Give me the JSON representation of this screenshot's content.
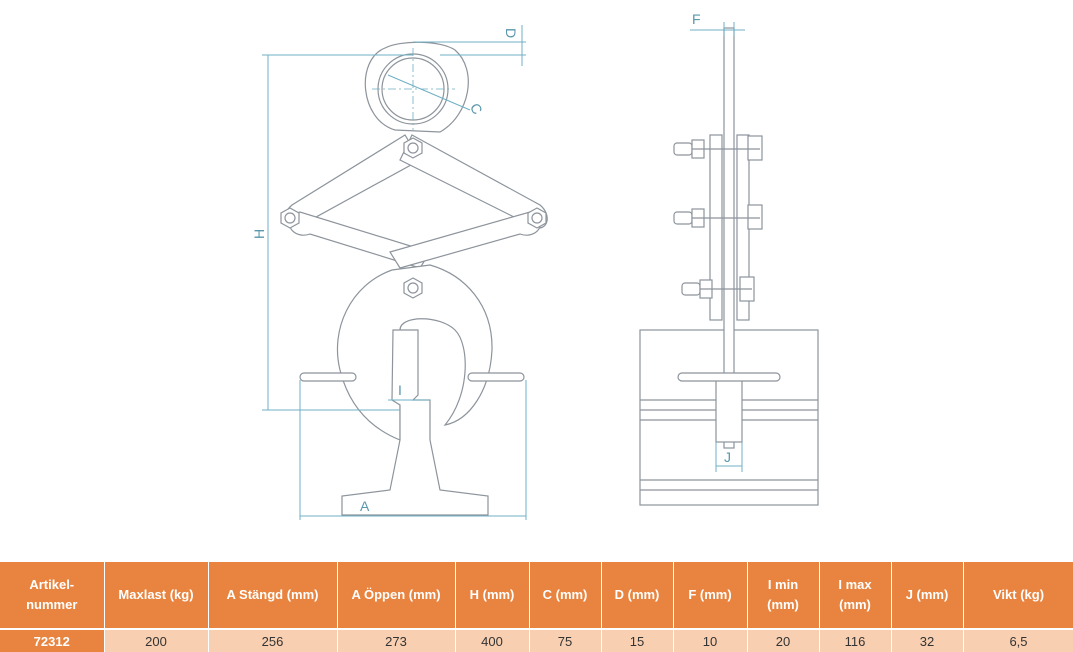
{
  "diagram": {
    "front_labels": {
      "D": "D",
      "C": "C",
      "H": "H",
      "I": "I",
      "A": "A"
    },
    "side_labels": {
      "F": "F",
      "J": "J"
    },
    "colors": {
      "line": "#8d949c",
      "dimension": "#6fb0c4",
      "table_header": "#e8843f",
      "table_row": "#f8cfb0"
    }
  },
  "table": {
    "headers": [
      [
        "Artikel-",
        "nummer"
      ],
      [
        "Maxlast (kg)"
      ],
      [
        "A Stängd (mm)"
      ],
      [
        "A Öppen (mm)"
      ],
      [
        "H (mm)"
      ],
      [
        "C (mm)"
      ],
      [
        "D (mm)"
      ],
      [
        "F (mm)"
      ],
      [
        "I min",
        "(mm)"
      ],
      [
        "I max",
        "(mm)"
      ],
      [
        "J (mm)"
      ],
      [
        "Vikt (kg)"
      ]
    ],
    "rows": [
      [
        "72312",
        "200",
        "256",
        "273",
        "400",
        "75",
        "15",
        "10",
        "20",
        "116",
        "32",
        "6,5"
      ]
    ]
  }
}
